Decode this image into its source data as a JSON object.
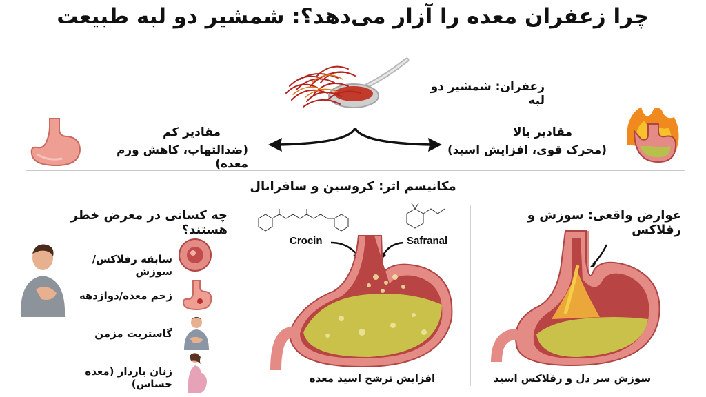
{
  "title": "چرا زعفران معده را آزار می‌دهد؟: شمشیر دو لبه طبیعت",
  "saffron_label": "زعفران: شمشیر دو لبه",
  "high_dose": {
    "title": "مقادیر بالا",
    "desc": "(محرک قوی، افزایش اسید)"
  },
  "low_dose": {
    "title": "مقادیر کم",
    "desc": "(ضدالتهاب، کاهش ورم معده)"
  },
  "mechanism_title": "مکانیسم اثر: کروسین و سافرانال",
  "side_effects": {
    "title": "عوارض واقعی: سوزش و رفلاکس",
    "caption": "سوزش سر دل و رفلاکس اسید"
  },
  "mechanism": {
    "crocin_label": "Crocin",
    "safranal_label": "Safranal",
    "caption": "افزایش ترشح اسید معده"
  },
  "risk_groups": {
    "title": "چه کسانی در معرض خطر هستند؟",
    "items": [
      {
        "label": "سابقه رفلاکس/سوزش"
      },
      {
        "label": "زخم معده/دوازدهه"
      },
      {
        "label": "گاستریت مزمن"
      },
      {
        "label": "زنان باردار (معده حساس)"
      }
    ]
  },
  "colors": {
    "stomach_outer": "#e58b86",
    "stomach_inner": "#c24b4b",
    "acid": "#c9c14a",
    "saffron": "#b4231f",
    "fire": "#f08a1e"
  }
}
